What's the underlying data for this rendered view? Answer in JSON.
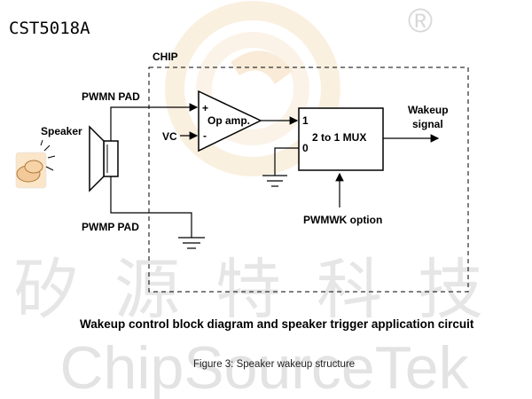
{
  "part_number": "CST5018A",
  "registered_mark": "®",
  "watermark": {
    "chinese": "矽源特科技",
    "latin": "ChipSourceTek"
  },
  "diagram": {
    "chip_label": "CHIP",
    "pwmn_pad": "PWMN PAD",
    "pwmp_pad": "PWMP PAD",
    "speaker_label": "Speaker",
    "vc_label": "VC",
    "opamp_label": "Op amp.",
    "opamp_plus": "+",
    "opamp_minus": "-",
    "mux_label": "2 to 1 MUX",
    "mux_in1": "1",
    "mux_in0": "0",
    "wakeup_line1": "Wakeup",
    "wakeup_line2": "signal",
    "pwmwk_label": "PWMWK option"
  },
  "captions": {
    "main": "Wakeup control block diagram and speaker trigger application circuit",
    "figure": "Figure 3: Speaker wakeup structure"
  }
}
